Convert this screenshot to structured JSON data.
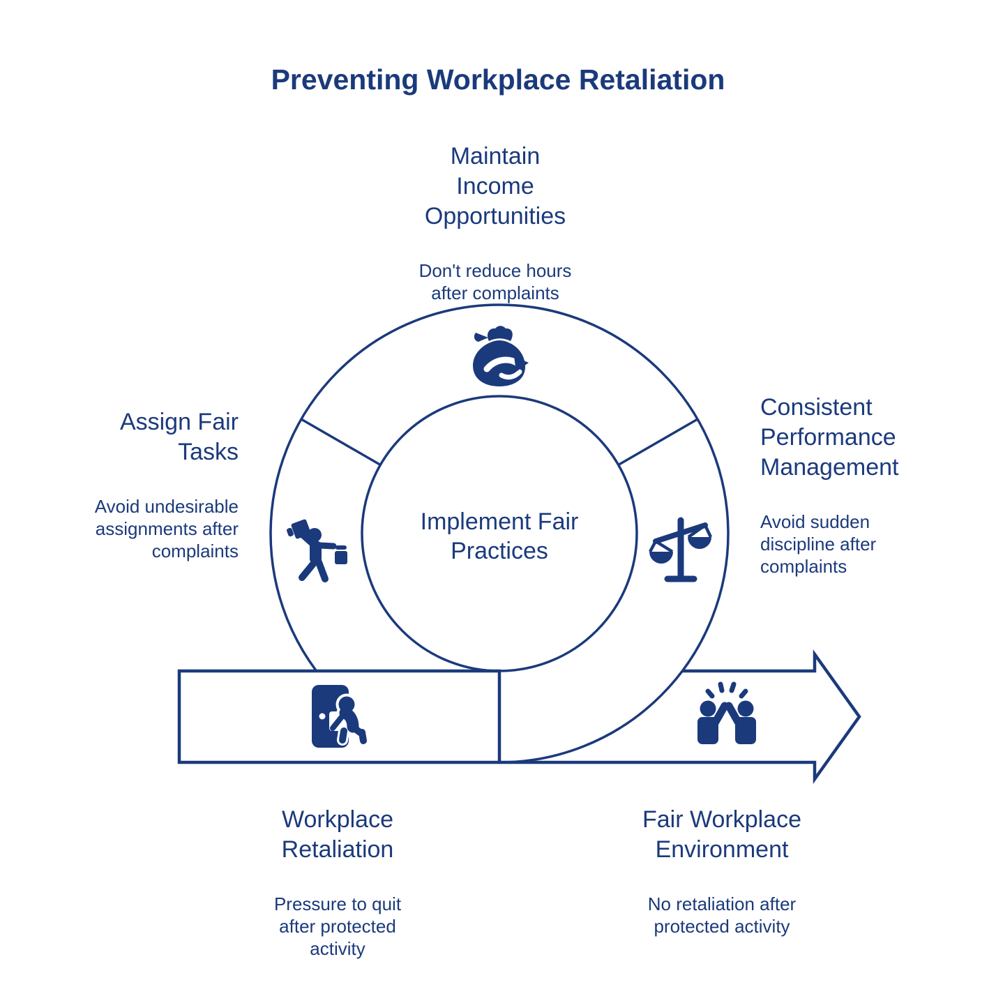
{
  "title": "Preventing Workplace Retaliation",
  "colors": {
    "accent": "#1b3a7c",
    "background": "#ffffff"
  },
  "center": {
    "label": "Implement Fair\nPractices"
  },
  "sections": {
    "top": {
      "heading": "Maintain\nIncome\nOpportunities",
      "subtext": "Don't reduce hours\nafter complaints",
      "icon": "money-bag-icon"
    },
    "left": {
      "heading": "Assign Fair\nTasks",
      "subtext": "Avoid undesirable\nassignments after\ncomplaints",
      "icon": "person-carrying-box-icon"
    },
    "right": {
      "heading": "Consistent\nPerformance\nManagement",
      "subtext": "Avoid sudden\ndiscipline after\ncomplaints",
      "icon": "balance-scale-icon"
    },
    "bottom_left": {
      "heading": "Workplace\nRetaliation",
      "subtext": "Pressure to quit\nafter protected\nactivity",
      "icon": "person-leaving-door-icon"
    },
    "bottom_right": {
      "heading": "Fair Workplace\nEnvironment",
      "subtext": "No retaliation after\nprotected activity",
      "icon": "high-five-icon"
    }
  }
}
